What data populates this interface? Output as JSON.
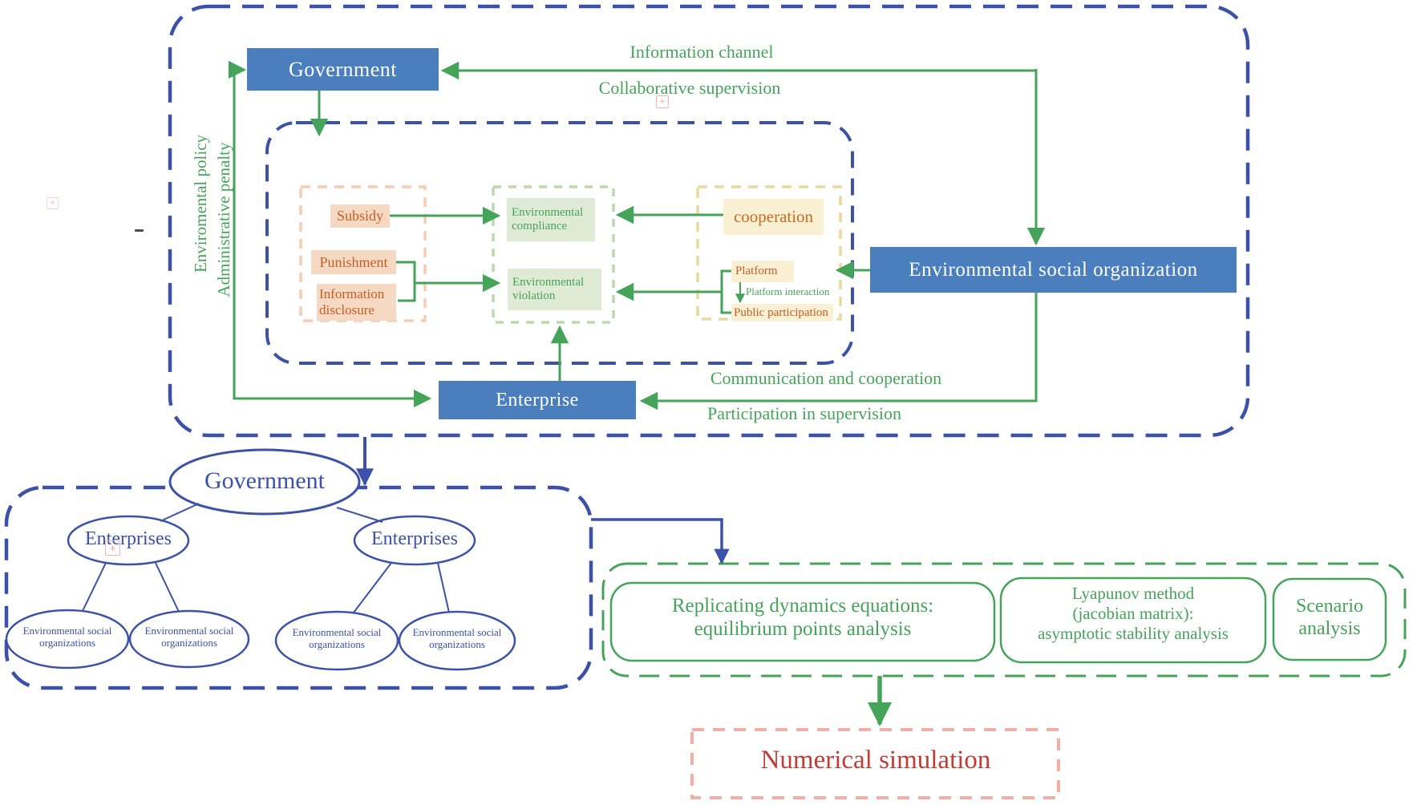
{
  "colors": {
    "blue_fill": "#4a7ebd",
    "dashed_blue": "#3c51a8",
    "green": "#45a35a",
    "light_green_dash": "#bcd9ae",
    "peach_dash": "#f3cdb4",
    "yellow_dash": "#e9d99e",
    "orange_text": "#c55e25",
    "red_text": "#c23b34",
    "pink_dash": "#f2afa8"
  },
  "top": {
    "government": "Government",
    "eso": "Environmental social organization",
    "enterprise": "Enterprise",
    "labels": {
      "information_channel": "Information channel",
      "collaborative_supervision": "Collaborative supervision",
      "environmental_policy": "Enviromental policy",
      "administrative_penalty": "Administrative penalty",
      "communication_and_cooperation": "Communication and cooperation",
      "participation_in_supervision": "Participation in supervision",
      "platform_interaction": "Platform interaction"
    },
    "government_tools": {
      "subsidy": "Subsidy",
      "punishment": "Punishment",
      "information_disclosure": "Information\ndisclosure"
    },
    "enterprise_outcomes": {
      "environmental_compliance": "Environmental\ncompliance",
      "environmental_violation": "Environmental\nviolation"
    },
    "eso_tools": {
      "cooperation": "cooperation",
      "platform": "Platform",
      "public_participation": "Public participation"
    }
  },
  "tree": {
    "government": "Government",
    "enterprises_left": "Enterprises",
    "enterprises_right": "Enterprises",
    "orgs": [
      "Environmental social\norganizations",
      "Environmental social\norganizations",
      "Environmental social\norganizations",
      "Environmental social\norganizations"
    ]
  },
  "analysis": {
    "replicating": "Replicating dynamics equations:\nequilibrium points analysis",
    "lyapunov": "Lyapunov method\n(jacobian matrix):\nasymptotic stability analysis",
    "scenario": "Scenario\nanalysis",
    "numerical": "Numerical simulation"
  },
  "artifacts": {
    "plus": "+"
  }
}
